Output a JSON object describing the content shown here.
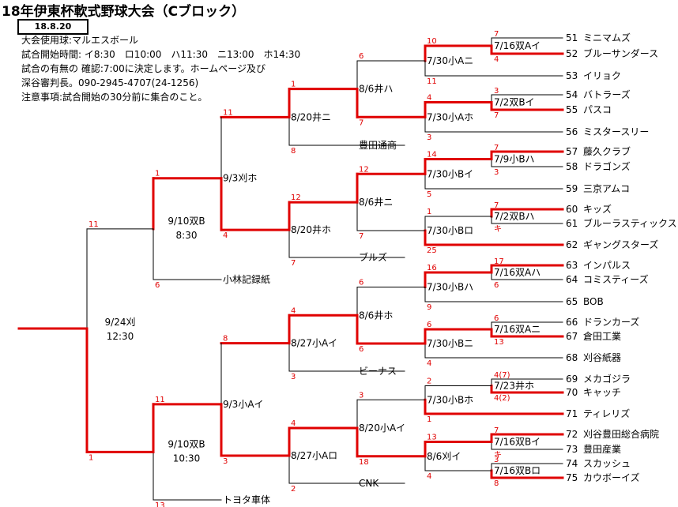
{
  "header": {
    "title": "18年伊東杯軟式野球大会（Cブロック）",
    "date": "18.8.20",
    "info": [
      "大会使用球:マルエスボール",
      "試合開始時間: イ8:30　ロ10:00　ハ11:30　ニ13:00　ホ14:30",
      "試合の有無の 確認:7:00に決定します。ホームページ及び",
      "深谷審判長。090-2945-4707(24-1256)",
      "注意事項:試合開始の30分前に集合のこと。"
    ]
  },
  "teams": [
    {
      "no": "51",
      "name": "ミニマムズ"
    },
    {
      "no": "52",
      "name": "ブルーサンダース"
    },
    {
      "no": "53",
      "name": "イリョク"
    },
    {
      "no": "54",
      "name": "バトラーズ"
    },
    {
      "no": "55",
      "name": "パスコ"
    },
    {
      "no": "56",
      "name": "ミスタースリー"
    },
    {
      "no": "57",
      "name": "藤久クラブ"
    },
    {
      "no": "58",
      "name": "ドラゴンズ"
    },
    {
      "no": "59",
      "name": "三京アムコ"
    },
    {
      "no": "60",
      "name": "キッズ"
    },
    {
      "no": "61",
      "name": "ブルーラスティックス"
    },
    {
      "no": "62",
      "name": "ギャングスターズ"
    },
    {
      "no": "63",
      "name": "インパルス"
    },
    {
      "no": "64",
      "name": "コミスティーズ"
    },
    {
      "no": "65",
      "name": "BOB"
    },
    {
      "no": "66",
      "name": "ドランカーズ"
    },
    {
      "no": "67",
      "name": "倉田工業"
    },
    {
      "no": "68",
      "name": "刈谷紙器"
    },
    {
      "no": "69",
      "name": "メカゴジラ"
    },
    {
      "no": "70",
      "name": "キャッチ"
    },
    {
      "no": "71",
      "name": "ティレリズ"
    },
    {
      "no": "72",
      "name": "刈谷豊田総合病院"
    },
    {
      "no": "73",
      "name": "豊田産業"
    },
    {
      "no": "74",
      "name": "スカッシュ"
    },
    {
      "no": "75",
      "name": "カウボーイズ"
    }
  ],
  "seeds": [
    "豊田通商",
    "ブルズ",
    "小林記録紙",
    "ビーナス",
    "CNK",
    "トヨタ車体"
  ],
  "matches": {
    "m1": "7/16双Aイ",
    "m2": "7/2双Bイ",
    "m3": "7/9小Bハ",
    "m4": "7/2双Bハ",
    "m5": "7/16双Aハ",
    "m6": "7/16双Aニ",
    "m7": "7/23井ホ",
    "m8": "7/16双Bイ",
    "m9": "7/16双Bロ",
    "r2a": "7/30小Aニ",
    "r2b": "7/30小Aホ",
    "r2c": "7/30小Bイ",
    "r2d": "7/30小Bロ",
    "r2e": "7/30小Bハ",
    "r2f": "7/30小Bニ",
    "r2g": "7/30小Bホ",
    "r2h": "8/6刈イ",
    "r3a": "8/6井ハ",
    "r3b": "8/6井ニ",
    "r3c": "8/6井ホ",
    "r3d": "8/20小Aイ",
    "r4a": "8/20井ニ",
    "r4b": "8/20井ホ",
    "r4c": "8/27小Aイ",
    "r4d": "8/27小Aロ",
    "r5a": "9/3刈ホ",
    "r5b": "9/3小Aイ",
    "r6a": "9/10双B",
    "r6a_time": "8:30",
    "r6b": "9/10双B",
    "r6b_time": "10:30",
    "final": "9/24刈",
    "final_time": "12:30"
  },
  "scores": {
    "m1t": "7",
    "m1b": "4",
    "m2t": "3",
    "m2b": "7",
    "m3t": "7",
    "m3b": "3",
    "m4t": "7",
    "m4b": "キ",
    "m5t": "17",
    "m5b": "6",
    "m6t": "6",
    "m6b": "13",
    "m7t": "4(7)",
    "m7b": "4(2)",
    "m8t": "7",
    "m8b": "キ",
    "m9t": "3",
    "m9b": "8",
    "r2at": "10",
    "r2ab": "11",
    "r2bt": "4",
    "r2bb": "3",
    "r2ct": "14",
    "r2cb": "5",
    "r2dt": "1",
    "r2db": "25",
    "r2et": "16",
    "r2eb": "9",
    "r2ft": "6",
    "r2fb": "4",
    "r2gt": "2",
    "r2gb": "1",
    "r2ht": "13",
    "r2hb": "4",
    "r3at": "6",
    "r3ab": "7",
    "r3bt": "12",
    "r3bb": "7",
    "r3ct": "6",
    "r3cb": "6",
    "r3dt": "3",
    "r3db": "18",
    "r4at": "1",
    "r4ab": "8",
    "r4bt": "12",
    "r4bb": "7",
    "r4ct": "4",
    "r4cb": "3",
    "r4dt": "4",
    "r4db": "2",
    "r5at": "11",
    "r5ab": "4",
    "r5bt": "8",
    "r5bb": "3",
    "r6at": "1",
    "r6ab": "6",
    "r6bt": "11",
    "r6bb": "13",
    "ft": "11",
    "fb": "1"
  }
}
